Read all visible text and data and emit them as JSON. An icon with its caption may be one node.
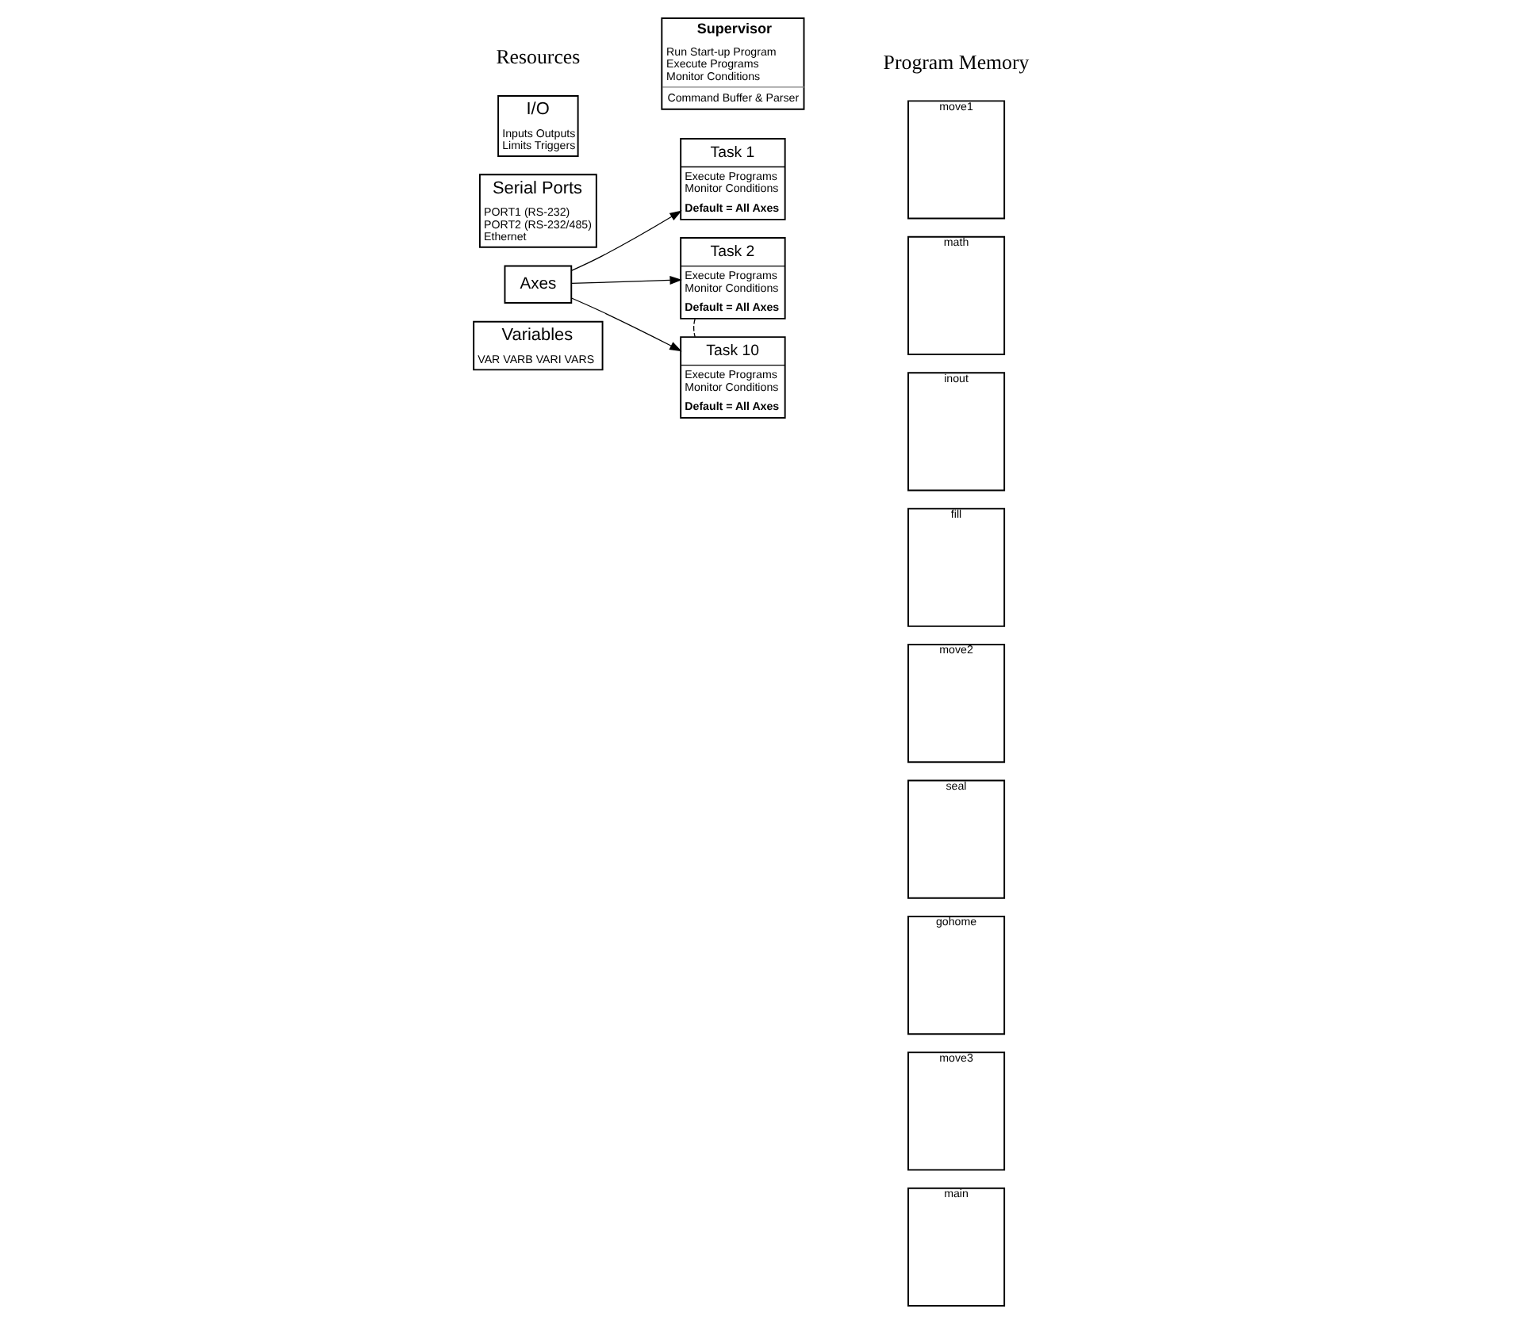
{
  "diagram": {
    "nodes": [
      {
        "text": [
          "I/O",
          "Inputs Outputs Limits Triggers"
        ]
      },
      {
        "text": [
          "Serial Ports",
          "PORT1 (RS-232) PORT2 (RS-232/485) Ethernet"
        ]
      },
      {
        "text": [
          "Axes"
        ]
      },
      {
        "text": [
          "Variables",
          "VAR VARB VARI VARS"
        ]
      },
      {
        "text": [
          "Supervisor",
          "Run Start-up Program Execute Programs Monitor Conditions",
          "Command Buffer & Parser"
        ]
      },
      {
        "text": [
          "Task 1",
          "Execute Programs Monitor Conditions",
          "Default = All Axes"
        ]
      },
      {
        "text": [
          "Task 2",
          "Execute Programs Monitor Conditions",
          "Default = All Axes"
        ]
      },
      {
        "text": [
          "Task 10",
          "Execute Programs Monitor Conditions",
          "Default = All Axes"
        ]
      },
      {
        "text": [
          "move1"
        ]
      },
      {
        "text": [
          "math"
        ]
      },
      {
        "text": [
          "inout"
        ]
      },
      {
        "text": [
          "fill"
        ]
      },
      {
        "text": [
          "move2"
        ]
      },
      {
        "text": [
          "seal"
        ]
      },
      {
        "text": [
          "gohome"
        ]
      },
      {
        "text": [
          "move3"
        ]
      },
      {
        "text": [
          "main"
        ]
      }
    ],
    "edges": [
      {
        "from": 2,
        "to": 5,
        "arrow": "to"
      },
      {
        "from": 2,
        "to": 6,
        "arrow": "to"
      },
      {
        "from": 2,
        "to": 7,
        "arrow": "to"
      },
      {
        "from": 6,
        "to": 7,
        "arrow": "none",
        "style": "dashed"
      }
    ],
    "labels": [
      "Resources",
      "Program Memory"
    ]
  }
}
